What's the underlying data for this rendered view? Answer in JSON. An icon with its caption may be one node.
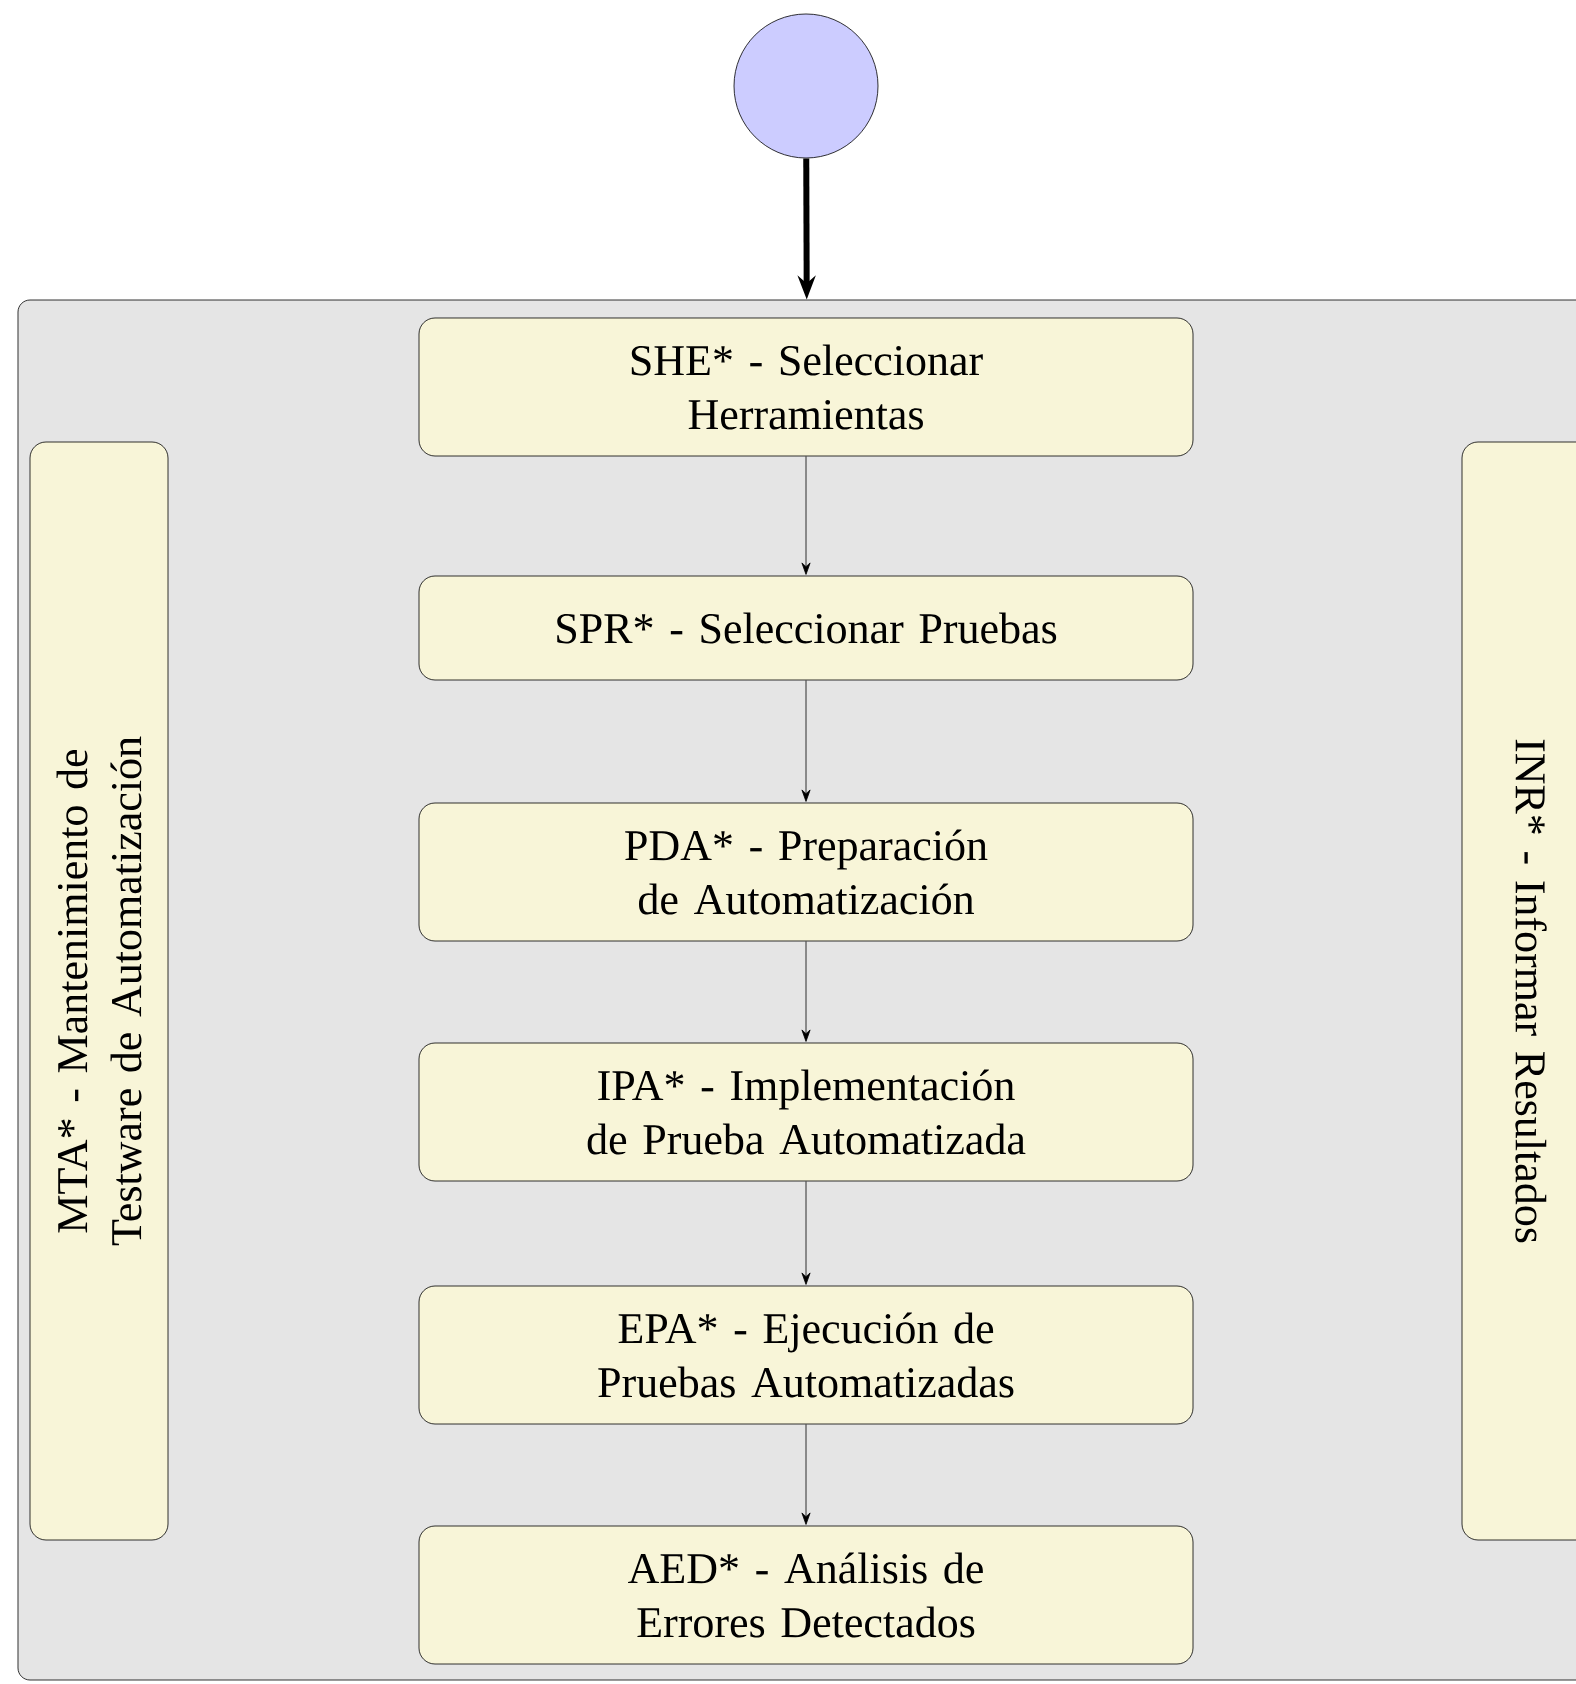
{
  "diagram": {
    "nodes": [
      {
        "text": [],
        "shape": "circle"
      },
      {
        "text": [],
        "shape": "box"
      },
      {
        "text": [
          "SHE* - Seleccionar Herramientas"
        ],
        "in": 1
      },
      {
        "text": [
          "SPR* - Seleccionar Pruebas"
        ],
        "in": 1
      },
      {
        "text": [
          "PDA* - Preparación de Automatización"
        ],
        "in": 1
      },
      {
        "text": [
          "IPA* - Implementación de Prueba Automatizada"
        ],
        "in": 1
      },
      {
        "text": [
          "EPA* - Ejecución de Pruebas Automatizadas"
        ],
        "in": 1
      },
      {
        "text": [
          "AED* - Análisis de Errores Detectados"
        ],
        "in": 1
      },
      {
        "text": [
          "MTA* - Mantenimiento de Testware de Automatización"
        ],
        "in": 1
      },
      {
        "text": [
          "INR* - Informar Resultados"
        ],
        "in": 1
      }
    ],
    "edges": [
      {
        "from": 0,
        "to": 1,
        "arrow": "to",
        "style": "thick"
      },
      {
        "from": 2,
        "to": 3,
        "arrow": "to"
      },
      {
        "from": 3,
        "to": 4,
        "arrow": "to"
      },
      {
        "from": 4,
        "to": 5,
        "arrow": "to"
      },
      {
        "from": 5,
        "to": 6,
        "arrow": "to"
      },
      {
        "from": 6,
        "to": 7,
        "arrow": "to"
      }
    ]
  }
}
